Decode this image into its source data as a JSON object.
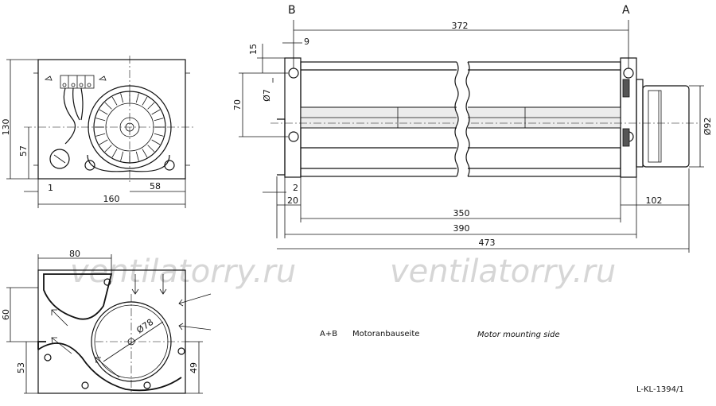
{
  "labels": {
    "end_b": "B",
    "end_a": "A",
    "note_key": "A+B",
    "note_de": "Motoranbauseite",
    "note_en": "Motor mounting side",
    "drawing_no": "L-KL-1394/1",
    "watermark_1": "ventilatorry.ru",
    "watermark_2": "ventilatorry.ru"
  },
  "dimensions": {
    "front": {
      "height": "130",
      "center_height": "57",
      "offset": "1",
      "width": "160",
      "right": "58"
    },
    "side": {
      "length_total_a": "372",
      "hole_x": "9",
      "hole_y": "15",
      "hole_dia": "Ø7",
      "hole_spacing": "70",
      "flange": "2",
      "edge": "20",
      "length_350": "350",
      "length_390": "390",
      "length_473": "473",
      "motor_length": "102",
      "motor_dia": "Ø92"
    },
    "section": {
      "width": "80",
      "height_60": "60",
      "height_53": "53",
      "height_49": "49",
      "rotor_dia": "Ø78"
    }
  }
}
